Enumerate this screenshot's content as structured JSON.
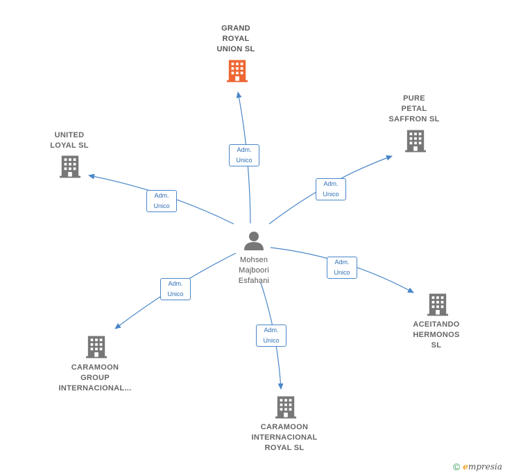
{
  "center": {
    "name_lines": [
      "Mohsen",
      "Majboori",
      "Esfahani"
    ],
    "icon": "person-icon"
  },
  "companies": [
    {
      "id": "grand-royal-union",
      "label": "GRAND\nROYAL\nUNION  SL",
      "icon": "building-icon",
      "color": "#ee6633",
      "highlight": true
    },
    {
      "id": "pure-petal-saffron",
      "label": "PURE\nPETAL\nSAFFRON  SL",
      "icon": "building-icon",
      "color": "#777777",
      "highlight": false
    },
    {
      "id": "united-loyal",
      "label": "UNITED\nLOYAL  SL",
      "icon": "building-icon",
      "color": "#777777",
      "highlight": false
    },
    {
      "id": "aceitando-hermonos",
      "label": "ACEITANDO\nHERMONOS\nSL",
      "icon": "building-icon",
      "color": "#777777",
      "highlight": false
    },
    {
      "id": "caramoon-group",
      "label": "CARAMOON\nGROUP\nINTERNACIONAL...",
      "icon": "building-icon",
      "color": "#777777",
      "highlight": false
    },
    {
      "id": "caramoon-internacional-royal",
      "label": "CARAMOON\nINTERNACIONAL\nROYAL  SL",
      "icon": "building-icon",
      "color": "#777777",
      "highlight": false
    }
  ],
  "edge_labels": [
    {
      "line1": "Adm.",
      "line2": "Unico"
    },
    {
      "line1": "Adm.",
      "line2": "Unico"
    },
    {
      "line1": "Adm.",
      "line2": "Unico"
    },
    {
      "line1": "Adm.",
      "line2": "Unico"
    },
    {
      "line1": "Adm.",
      "line2": "Unico"
    },
    {
      "line1": "Adm.",
      "line2": "Unico"
    }
  ],
  "colors": {
    "edge": "#4a86c8",
    "building": "#777777",
    "highlight": "#ee6633",
    "person": "#777777"
  },
  "footer": {
    "copyright": "©",
    "brand_initial": "e",
    "brand_rest": "mpresia"
  }
}
